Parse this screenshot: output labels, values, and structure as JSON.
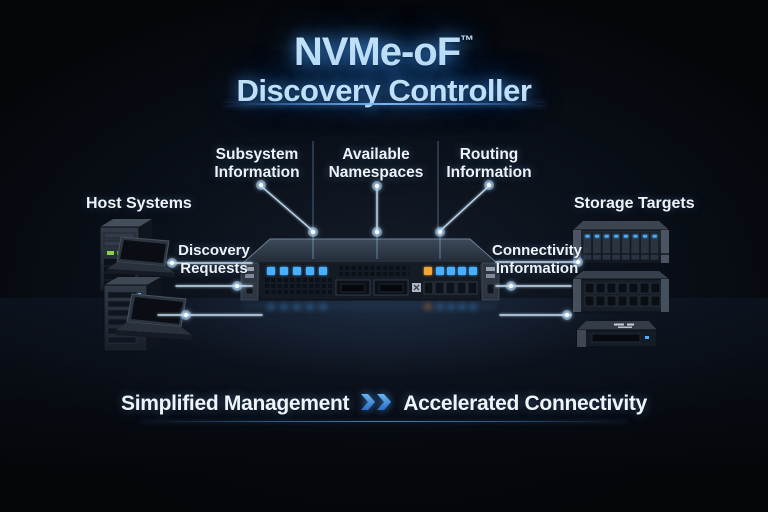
{
  "title": {
    "product": "NVMe-oF",
    "trademark": "™",
    "subtitle": "Discovery Controller"
  },
  "controller_outputs": [
    {
      "label": "Subsystem Information"
    },
    {
      "label": "Available Namespaces"
    },
    {
      "label": "Routing Information"
    }
  ],
  "hosts": {
    "heading": "Host Systems",
    "flow_label": "Discovery Requests"
  },
  "storage": {
    "heading": "Storage Targets",
    "flow_label": "Connectivity Information"
  },
  "footer": {
    "left_text": "Simplified Management",
    "right_text": "Accelerated Connectivity"
  },
  "icons": {
    "chevron": "double-chevron-right-icon",
    "center_device": "discovery-controller-appliance"
  },
  "colors": {
    "background": "#05070c",
    "title_text": "#bfe0f8",
    "label_text": "#eef3f9",
    "glow_blue": "#4092e8",
    "line_blue": "#cfe9ff",
    "chevron_blue": "#3b8ee8",
    "led_blue": "#49b0ff",
    "led_amber": "#f2a73b",
    "led_green": "#86d24e"
  }
}
